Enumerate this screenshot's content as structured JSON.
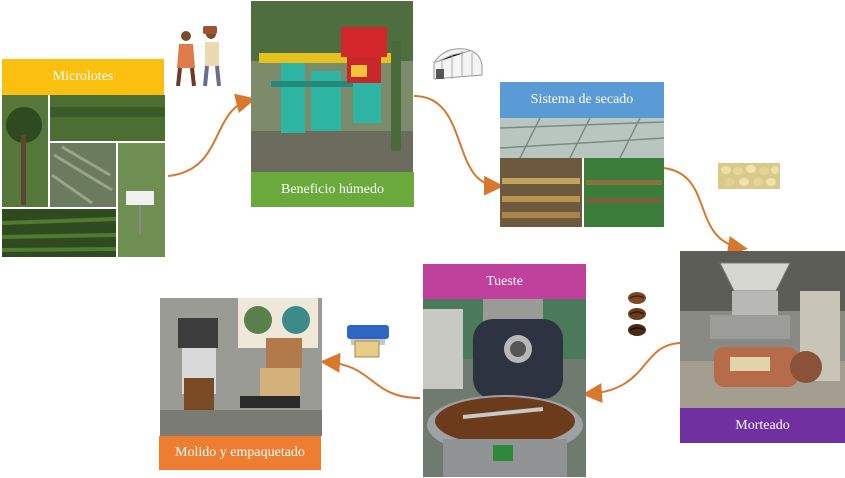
{
  "colors": {
    "arrow": "#d9782d",
    "microlotes": "#fbbf0f",
    "beneficio": "#6aaa3c",
    "secado": "#5b9bd5",
    "tueste": "#c0419b",
    "morteado": "#7030a0",
    "molido": "#ed7d31"
  },
  "steps": {
    "microlotes": {
      "label": "Microlotes"
    },
    "beneficio": {
      "label": "Beneficio húmedo"
    },
    "secado": {
      "label": "Sistema de secado"
    },
    "morteado": {
      "label": "Morteado"
    },
    "tueste": {
      "label": "Tueste"
    },
    "molido": {
      "label": "Molido y empaquetado"
    }
  },
  "icons": [
    "farmers-icon",
    "greenhouse-icon",
    "green-coffee-beans-icon",
    "roasted-beans-icon",
    "sealer-icon"
  ]
}
